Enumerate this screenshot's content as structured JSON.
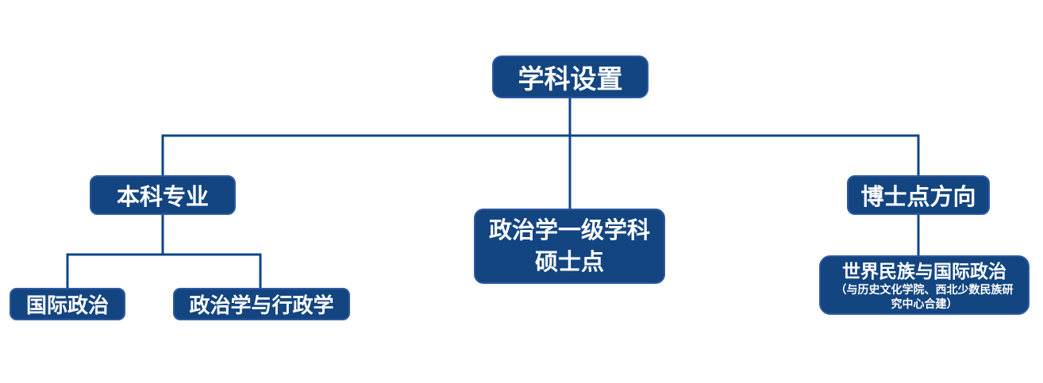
{
  "colors": {
    "background": "#ffffff",
    "node_fill": "#134580",
    "node_border": "#2e59a3",
    "node_text": "#ffffff",
    "connector": "#0d4687"
  },
  "nodes": {
    "root": {
      "label": "学科设置"
    },
    "undergraduate": {
      "label": "本科专业"
    },
    "masters": {
      "label": "政治学一级学科\n硕士点"
    },
    "doctoral": {
      "label": "博士点方向"
    },
    "international_politics": {
      "label": "国际政治"
    },
    "politics_administration": {
      "label": "政治学与行政学"
    },
    "world_ethnic_politics": {
      "label": "世界民族与国际政治",
      "note": "（与历史文化学院、西北少数民族研\n究中心合建）"
    }
  },
  "hierarchy": {
    "root": "学科设置",
    "children": [
      {
        "label": "本科专业",
        "children": [
          {
            "label": "国际政治"
          },
          {
            "label": "政治学与行政学"
          }
        ]
      },
      {
        "label": "政治学一级学科硕士点",
        "children": []
      },
      {
        "label": "博士点方向",
        "children": [
          {
            "label": "世界民族与国际政治（与历史文化学院、西北少数民族研究中心合建）"
          }
        ]
      }
    ]
  }
}
